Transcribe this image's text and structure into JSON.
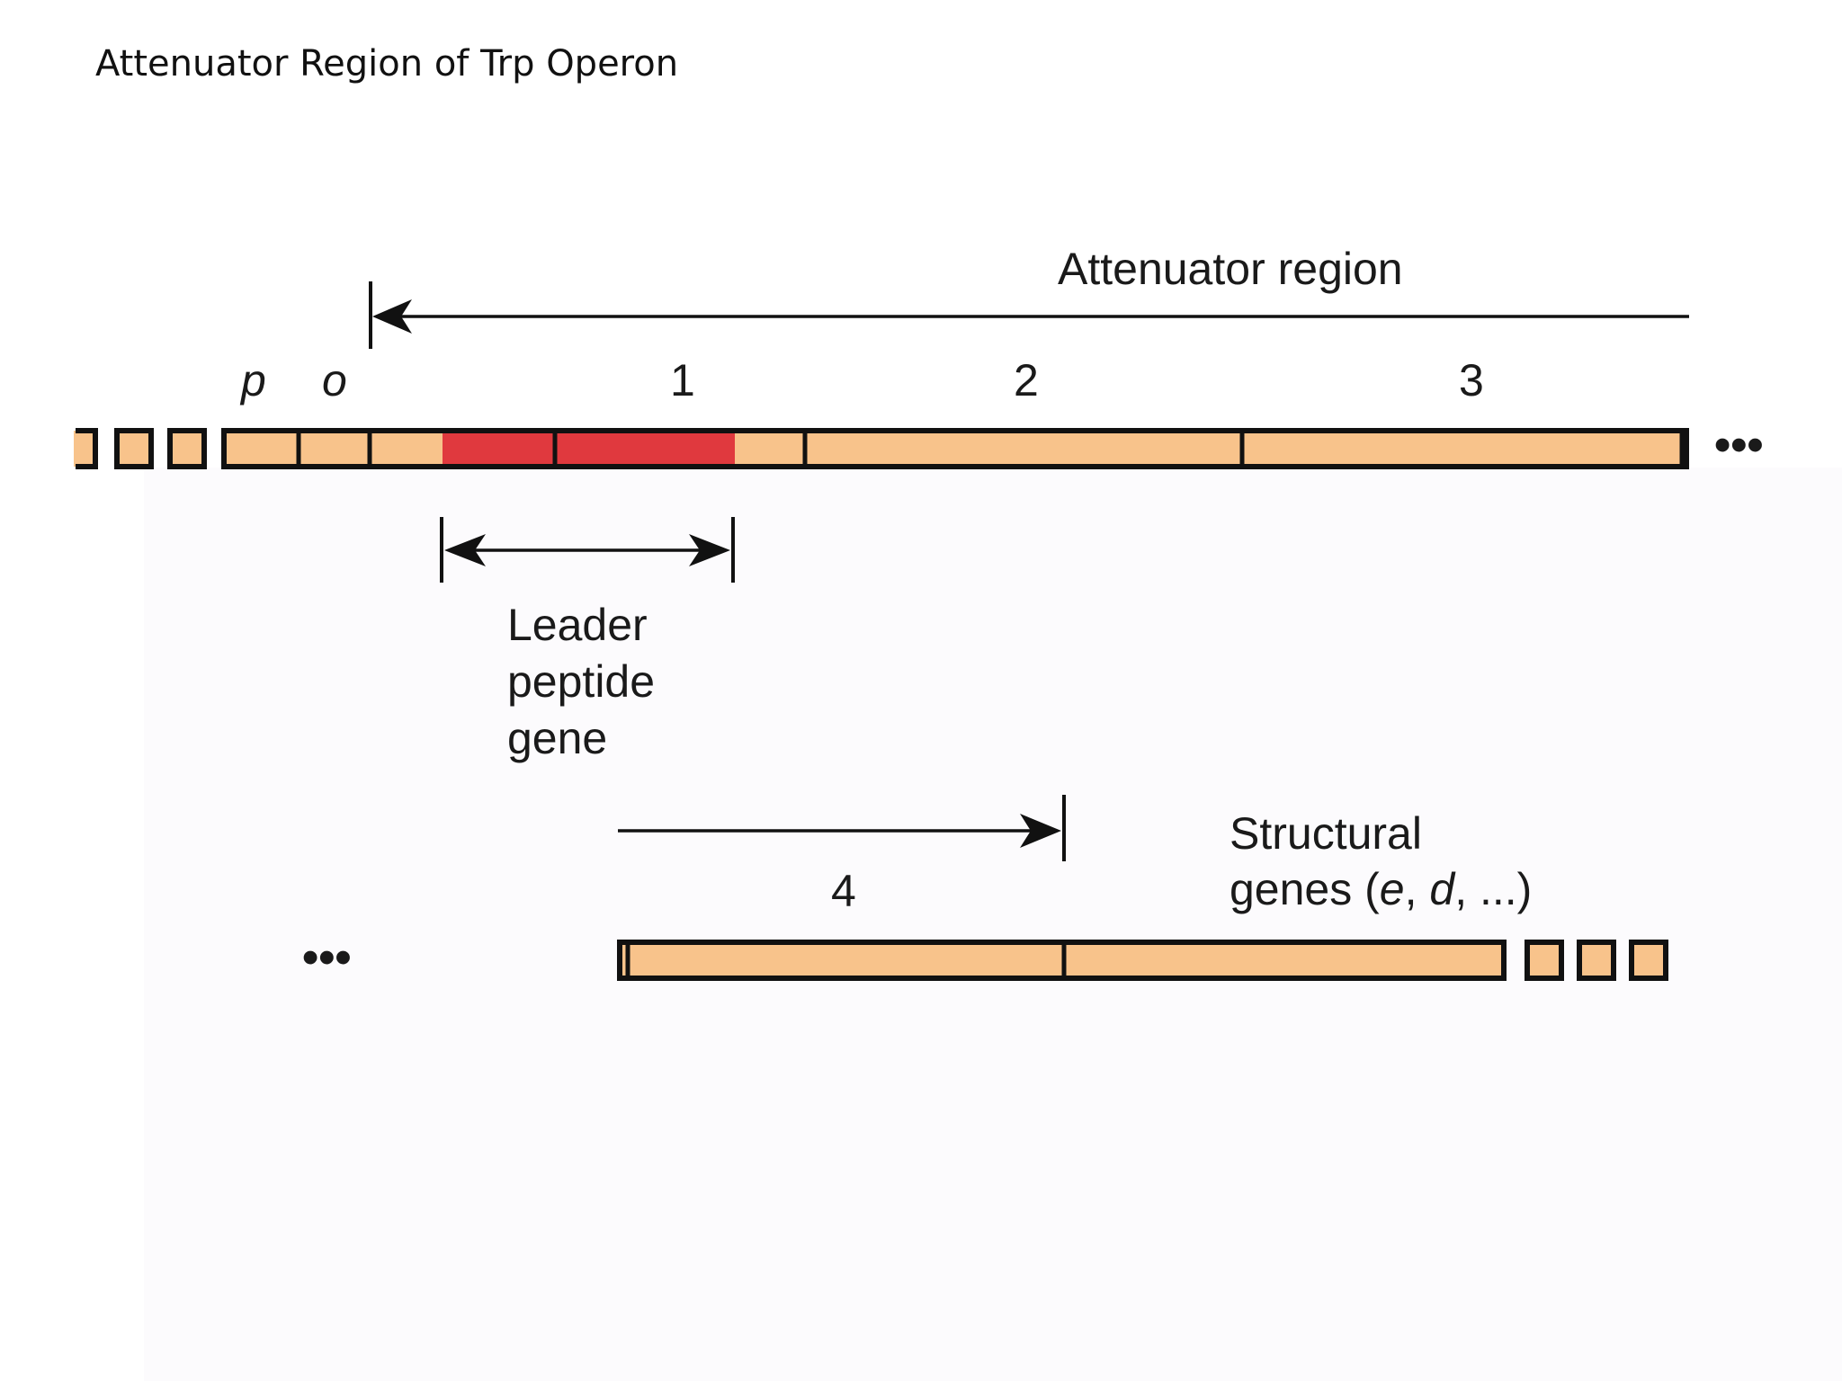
{
  "slide": {
    "title": "Attenuator Region of Trp Operon"
  },
  "diagram": {
    "attenuator_label": "Attenuator region",
    "promoter_label": "p",
    "operator_label": "o",
    "region_labels": [
      "1",
      "2",
      "3",
      "4"
    ],
    "leader_label_lines": [
      "Leader",
      "peptide",
      "gene"
    ],
    "structural_label_parts": {
      "line1": "Structural",
      "prefix": "genes (",
      "gene_e": "e",
      "sep": ", ",
      "gene_d": "d",
      "suffix": ", ...)"
    },
    "continuation_symbol": "•••"
  },
  "colors": {
    "dna_fill": "#f8c38b",
    "leader_fill": "#e0393e",
    "outline": "#111111",
    "panel": "#fcfbfd"
  }
}
